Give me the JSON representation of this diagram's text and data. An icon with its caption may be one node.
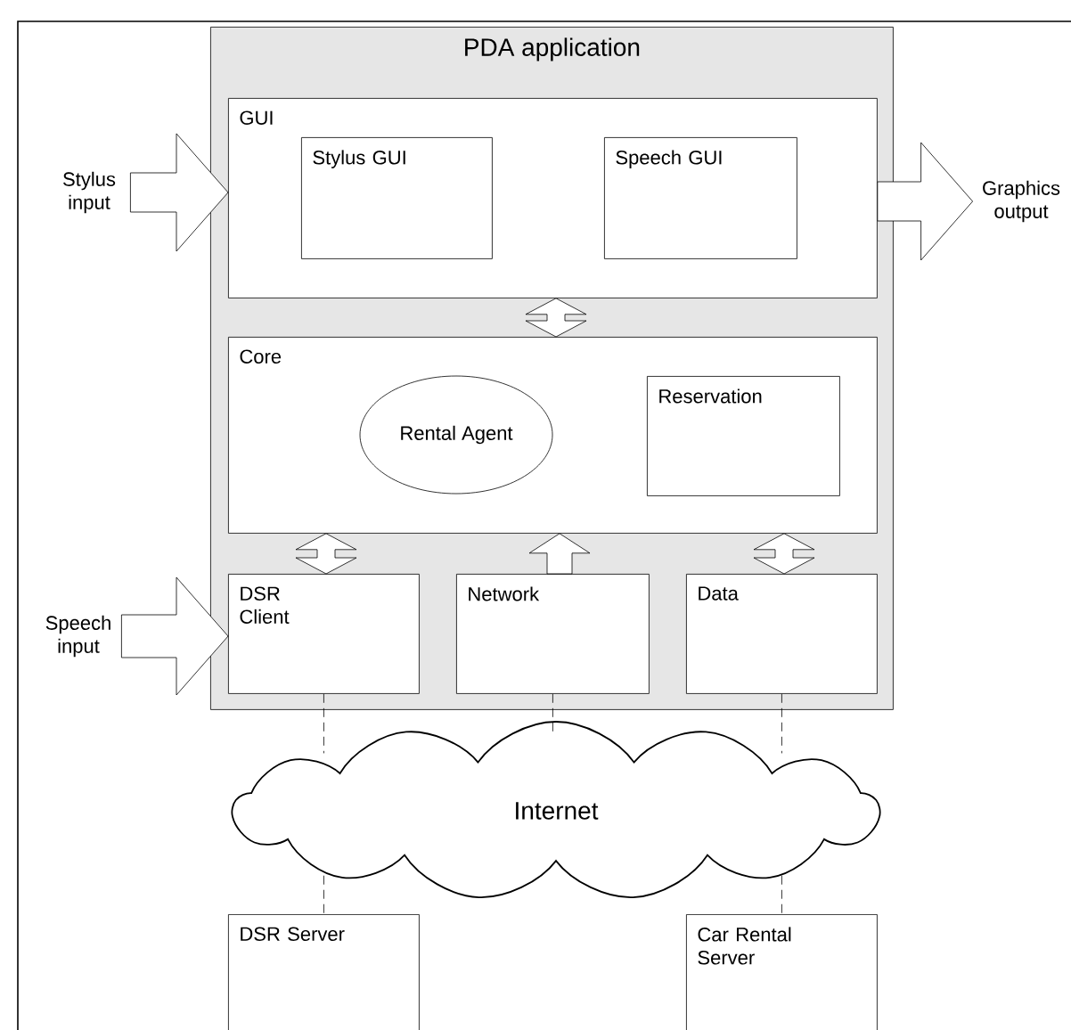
{
  "diagram": {
    "nodes": [
      {
        "text": [
          "PDA application"
        ]
      },
      {
        "text": [
          "GUI"
        ],
        "in": 0
      },
      {
        "text": [
          "Stylus GUI"
        ],
        "in": 1
      },
      {
        "text": [
          "Speech GUI"
        ],
        "in": 1
      },
      {
        "text": [
          "Core"
        ],
        "in": 0
      },
      {
        "text": [
          "Rental Agent"
        ],
        "in": 4
      },
      {
        "text": [
          "Reservation"
        ],
        "in": 4
      },
      {
        "text": [
          "DSR Client"
        ],
        "in": 0
      },
      {
        "text": [
          "Network"
        ],
        "in": 0
      },
      {
        "text": [
          "Data"
        ],
        "in": 0
      },
      {
        "text": [
          "Internet"
        ]
      },
      {
        "text": [
          "DSR Server"
        ]
      },
      {
        "text": [
          "Car Rental Server"
        ]
      },
      {
        "text": [
          "Stylus input"
        ]
      },
      {
        "text": [
          "Graphics output"
        ]
      },
      {
        "text": [
          "Speech input"
        ]
      }
    ],
    "edges": [
      {
        "from": 13,
        "to": 1,
        "arrow": "to"
      },
      {
        "from": 1,
        "to": 14,
        "arrow": "to"
      },
      {
        "from": 15,
        "to": 7,
        "arrow": "to"
      },
      {
        "from": 1,
        "to": 4,
        "arrow": "both"
      },
      {
        "from": 4,
        "to": 7,
        "arrow": "both"
      },
      {
        "from": 8,
        "to": 4,
        "arrow": "to"
      },
      {
        "from": 4,
        "to": 9,
        "arrow": "both"
      },
      {
        "from": 7,
        "to": 10,
        "arrow": "none",
        "style": "dashed"
      },
      {
        "from": 10,
        "to": 11,
        "arrow": "none",
        "style": "dashed"
      },
      {
        "from": 8,
        "to": 10,
        "arrow": "none",
        "style": "dashed"
      },
      {
        "from": 9,
        "to": 10,
        "arrow": "none",
        "style": "dashed"
      },
      {
        "from": 10,
        "to": 12,
        "arrow": "none",
        "style": "dashed"
      }
    ]
  }
}
